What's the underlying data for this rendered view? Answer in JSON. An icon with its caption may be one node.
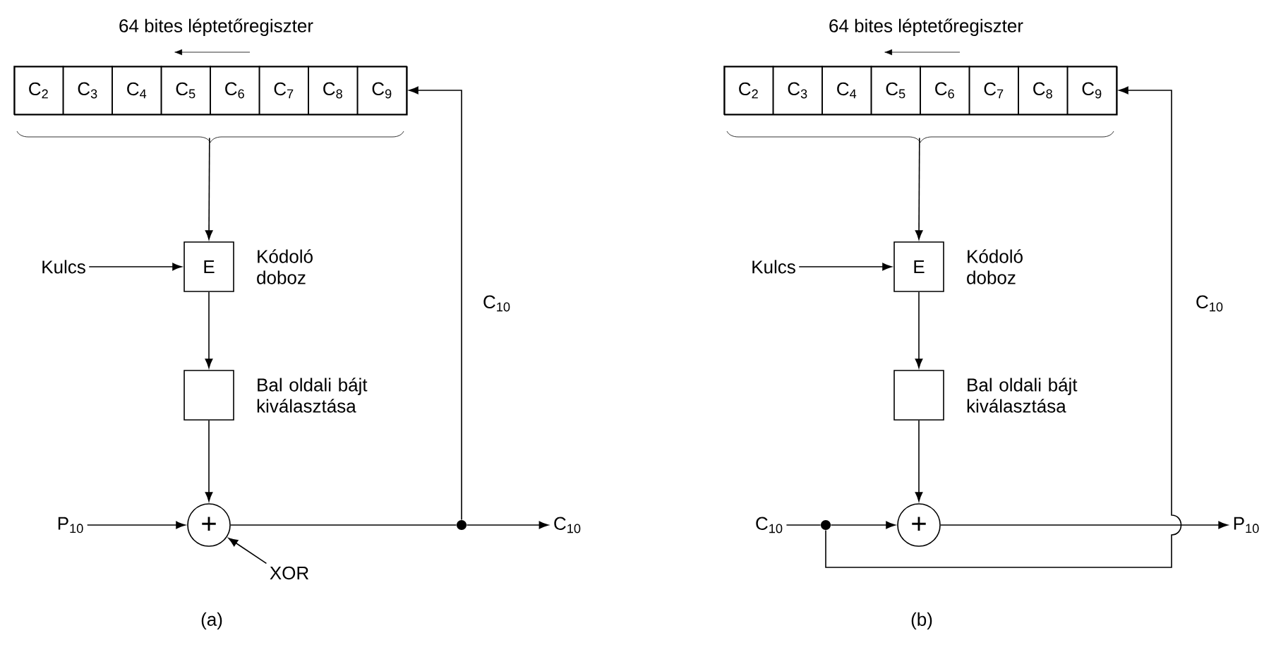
{
  "diagram": {
    "nodes": [
      {
        "text": [
          "64 bites léptetőregiszter"
        ]
      },
      {
        "text": [
          "C$_{2}$"
        ],
        "in": 0
      },
      {
        "text": [
          "C$_{3}$"
        ],
        "in": 0
      },
      {
        "text": [
          "C$_{4}$"
        ],
        "in": 0
      },
      {
        "text": [
          "C$_{5}$"
        ],
        "in": 0
      },
      {
        "text": [
          "C$_{6}$"
        ],
        "in": 0
      },
      {
        "text": [
          "C$_{7}$"
        ],
        "in": 0
      },
      {
        "text": [
          "C$_{8}$"
        ],
        "in": 0
      },
      {
        "text": [
          "C$_{9}$"
        ],
        "in": 0
      },
      {
        "text": [
          "E"
        ],
        "beside": [
          "Kódoló doboz"
        ]
      },
      {
        "text": [
          "Kulcs"
        ]
      },
      {
        "text": [],
        "shape": "box",
        "beside": [
          "Bal oldali bájt kiválasztása"
        ]
      },
      {
        "text": [
          "+"
        ]
      },
      {
        "text": [
          "P$_{10}$"
        ]
      },
      {
        "text": [],
        "shape": "circle"
      },
      {
        "text": [
          "C$_{10}$"
        ]
      },
      {
        "text": [
          "XOR"
        ]
      },
      {
        "text": [
          "64 bites léptetőregiszter"
        ]
      },
      {
        "text": [
          "C$_{2}$"
        ],
        "in": 17
      },
      {
        "text": [
          "C$_{3}$"
        ],
        "in": 17
      },
      {
        "text": [
          "C$_{4}$"
        ],
        "in": 17
      },
      {
        "text": [
          "C$_{5}$"
        ],
        "in": 17
      },
      {
        "text": [
          "C$_{6}$"
        ],
        "in": 17
      },
      {
        "text": [
          "C$_{7}$"
        ],
        "in": 17
      },
      {
        "text": [
          "C$_{8}$"
        ],
        "in": 17
      },
      {
        "text": [
          "C$_{9}$"
        ],
        "in": 17
      },
      {
        "text": [
          "E"
        ],
        "beside": [
          "Kódoló doboz"
        ]
      },
      {
        "text": [
          "Kulcs"
        ]
      },
      {
        "text": [],
        "shape": "box",
        "beside": [
          "Bal oldali bájt kiválasztása"
        ]
      },
      {
        "text": [
          "+"
        ]
      },
      {
        "text": [
          "C$_{10}$"
        ]
      },
      {
        "text": [],
        "shape": "circle"
      },
      {
        "text": [
          "P$_{10}$"
        ]
      }
    ],
    "edges": [
      {
        "from": 0,
        "to": 9,
        "arrow": "to"
      },
      {
        "from": 10,
        "to": 9,
        "arrow": "to"
      },
      {
        "from": 9,
        "to": 11,
        "arrow": "to"
      },
      {
        "from": 11,
        "to": 12,
        "arrow": "to"
      },
      {
        "from": 13,
        "to": 12,
        "arrow": "to"
      },
      {
        "from": 12,
        "to": 14,
        "arrow": "none"
      },
      {
        "from": 14,
        "to": 15,
        "arrow": "to"
      },
      {
        "from": 14,
        "to": 8,
        "arrow": "to",
        "label": "C$_{10}$"
      },
      {
        "from": 16,
        "to": 12,
        "arrow": "to"
      },
      {
        "from": 17,
        "to": 26,
        "arrow": "to"
      },
      {
        "from": 27,
        "to": 26,
        "arrow": "to"
      },
      {
        "from": 26,
        "to": 28,
        "arrow": "to"
      },
      {
        "from": 28,
        "to": 29,
        "arrow": "to"
      },
      {
        "from": 30,
        "to": 31,
        "arrow": "none"
      },
      {
        "from": 31,
        "to": 29,
        "arrow": "to"
      },
      {
        "from": 29,
        "to": 32,
        "arrow": "to"
      },
      {
        "from": 31,
        "to": 25,
        "arrow": "to",
        "label": "C$_{10}$"
      }
    ],
    "labels": [
      "(a)",
      "(b)"
    ]
  }
}
